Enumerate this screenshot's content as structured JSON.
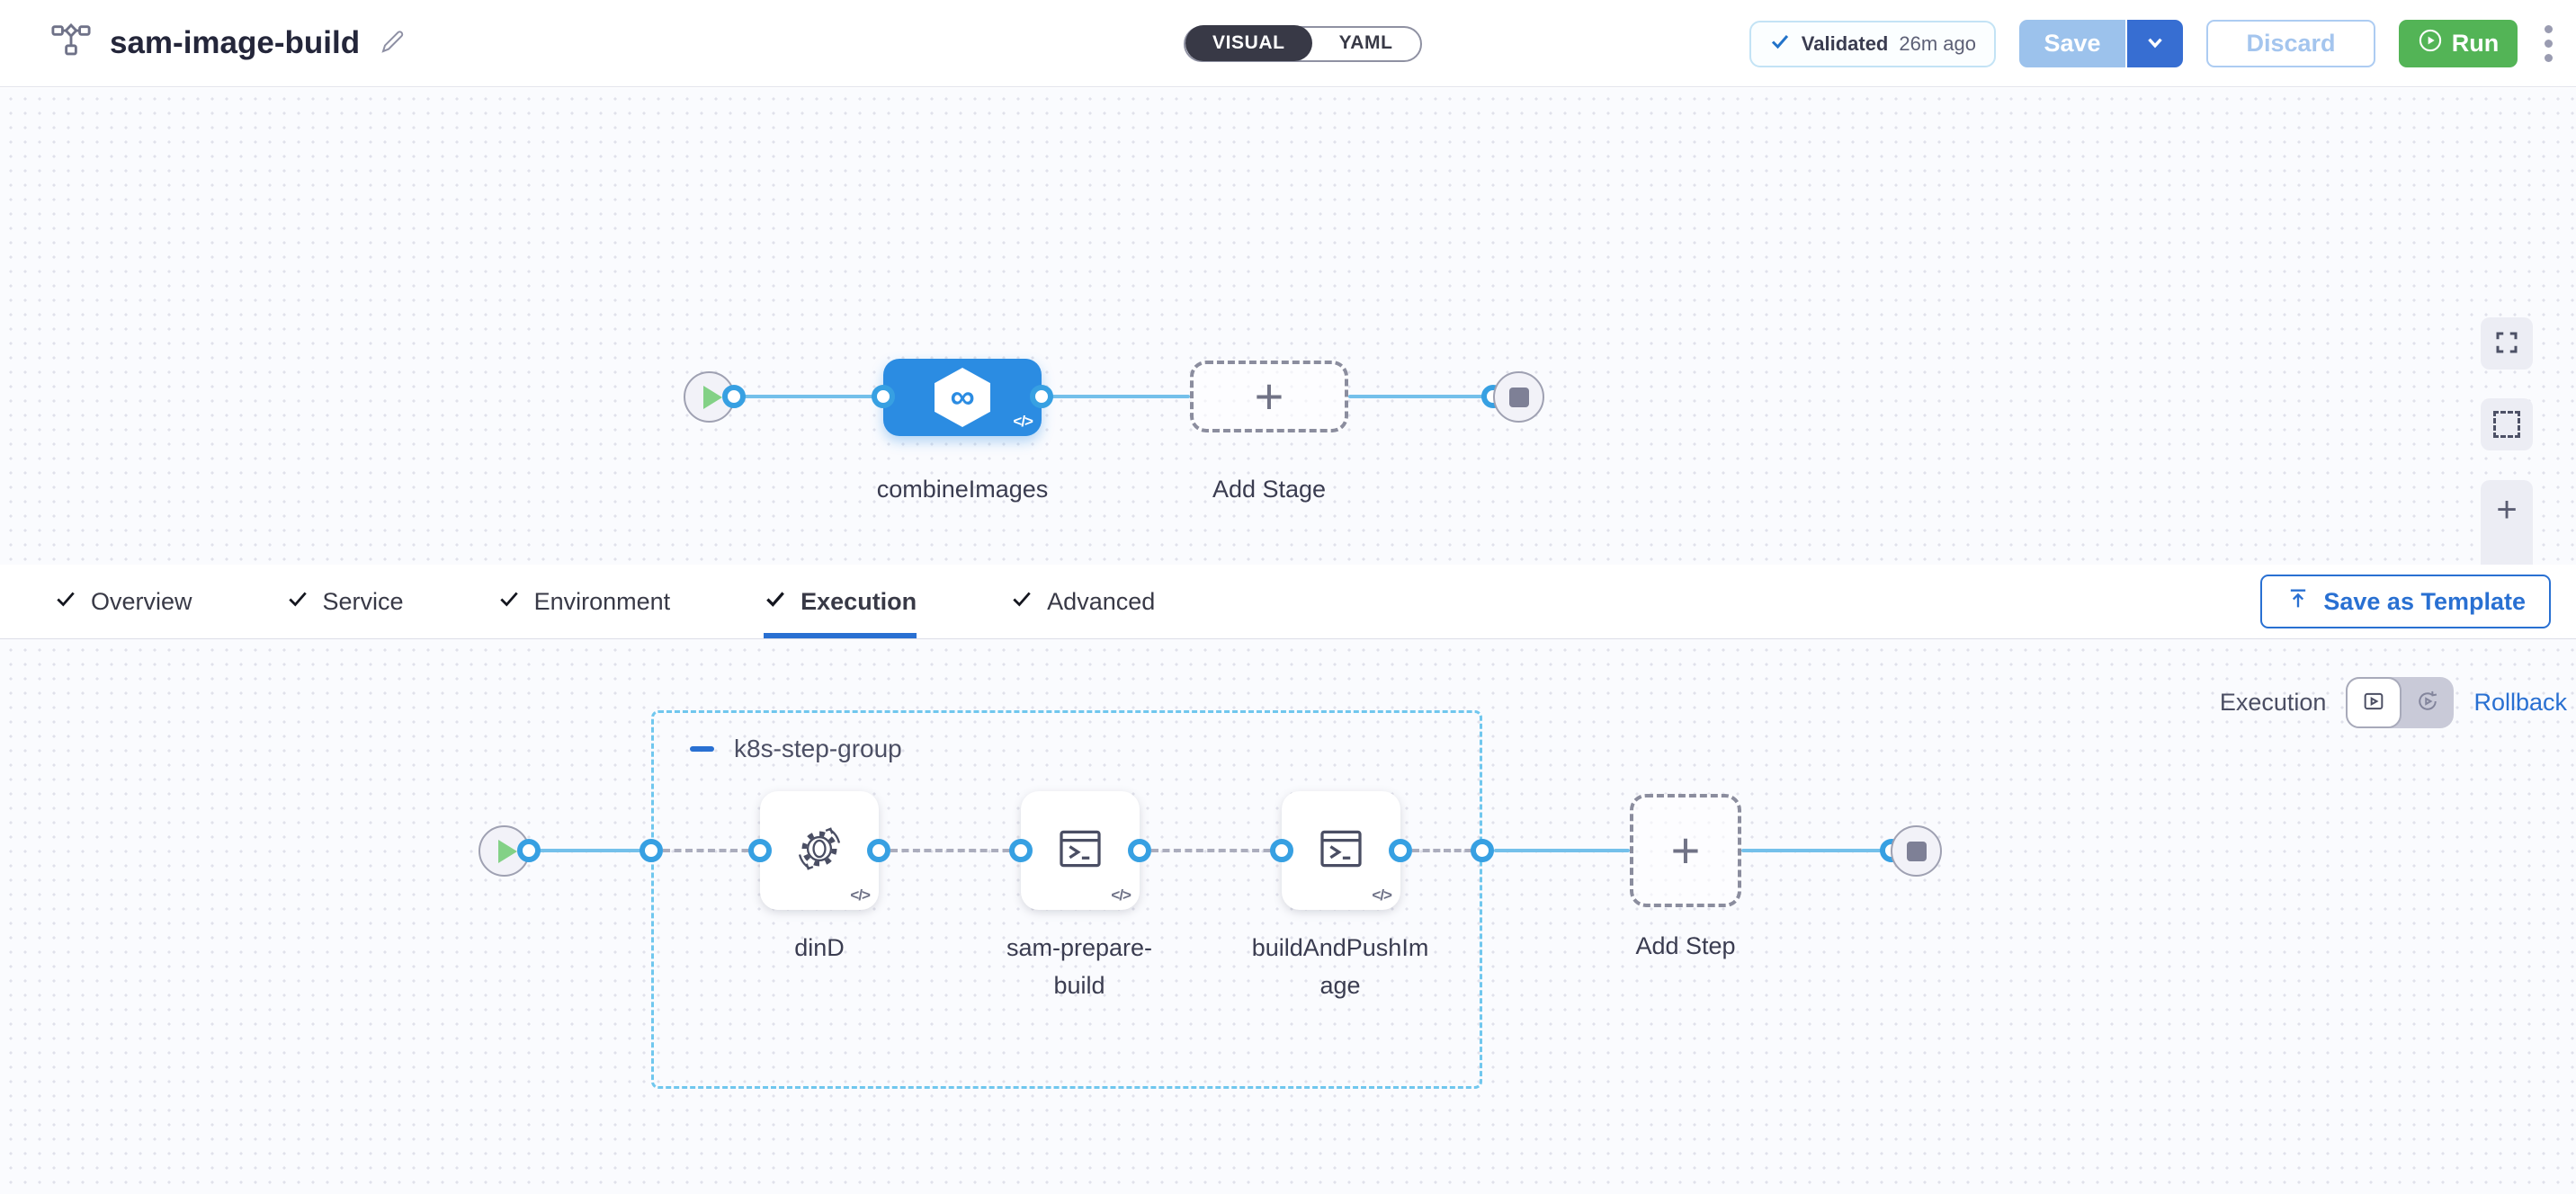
{
  "header": {
    "title": "sam-image-build",
    "view_toggle": {
      "visual_label": "VISUAL",
      "yaml_label": "YAML",
      "selected": "VISUAL"
    },
    "validated_badge": {
      "label": "Validated",
      "time_ago": "26m ago"
    },
    "save_label": "Save",
    "discard_label": "Discard",
    "run_label": "Run"
  },
  "stage_canvas": {
    "stage_name": "combineImages",
    "add_stage_label": "Add Stage",
    "code_marker": "</>"
  },
  "tab_bar": {
    "tabs": [
      {
        "label": "Overview",
        "checked": true
      },
      {
        "label": "Service",
        "checked": true
      },
      {
        "label": "Environment",
        "checked": true
      },
      {
        "label": "Execution",
        "checked": true
      },
      {
        "label": "Advanced",
        "checked": true
      }
    ],
    "active_tab": "Execution",
    "save_as_template_label": "Save as Template"
  },
  "execution_canvas": {
    "mode_label": "Execution",
    "rollback_label": "Rollback",
    "step_group": {
      "name": "k8s-step-group",
      "steps": [
        {
          "name": "dinD",
          "icon": "background-step-icon"
        },
        {
          "name": "sam-prepare-build",
          "icon": "run-step-icon"
        },
        {
          "name": "buildAndPushImage",
          "icon": "run-step-icon"
        }
      ]
    },
    "add_step_label": "Add Step",
    "code_marker": "</>"
  },
  "colors": {
    "accent_blue": "#2970d2",
    "stage_blue": "#2b8ce2",
    "connector_blue": "#74c0ea",
    "group_border_cyan": "#70c7ee",
    "run_green": "#53b456",
    "save_disabled_blue": "#9cc2ec",
    "toggle_dark": "#383946"
  }
}
